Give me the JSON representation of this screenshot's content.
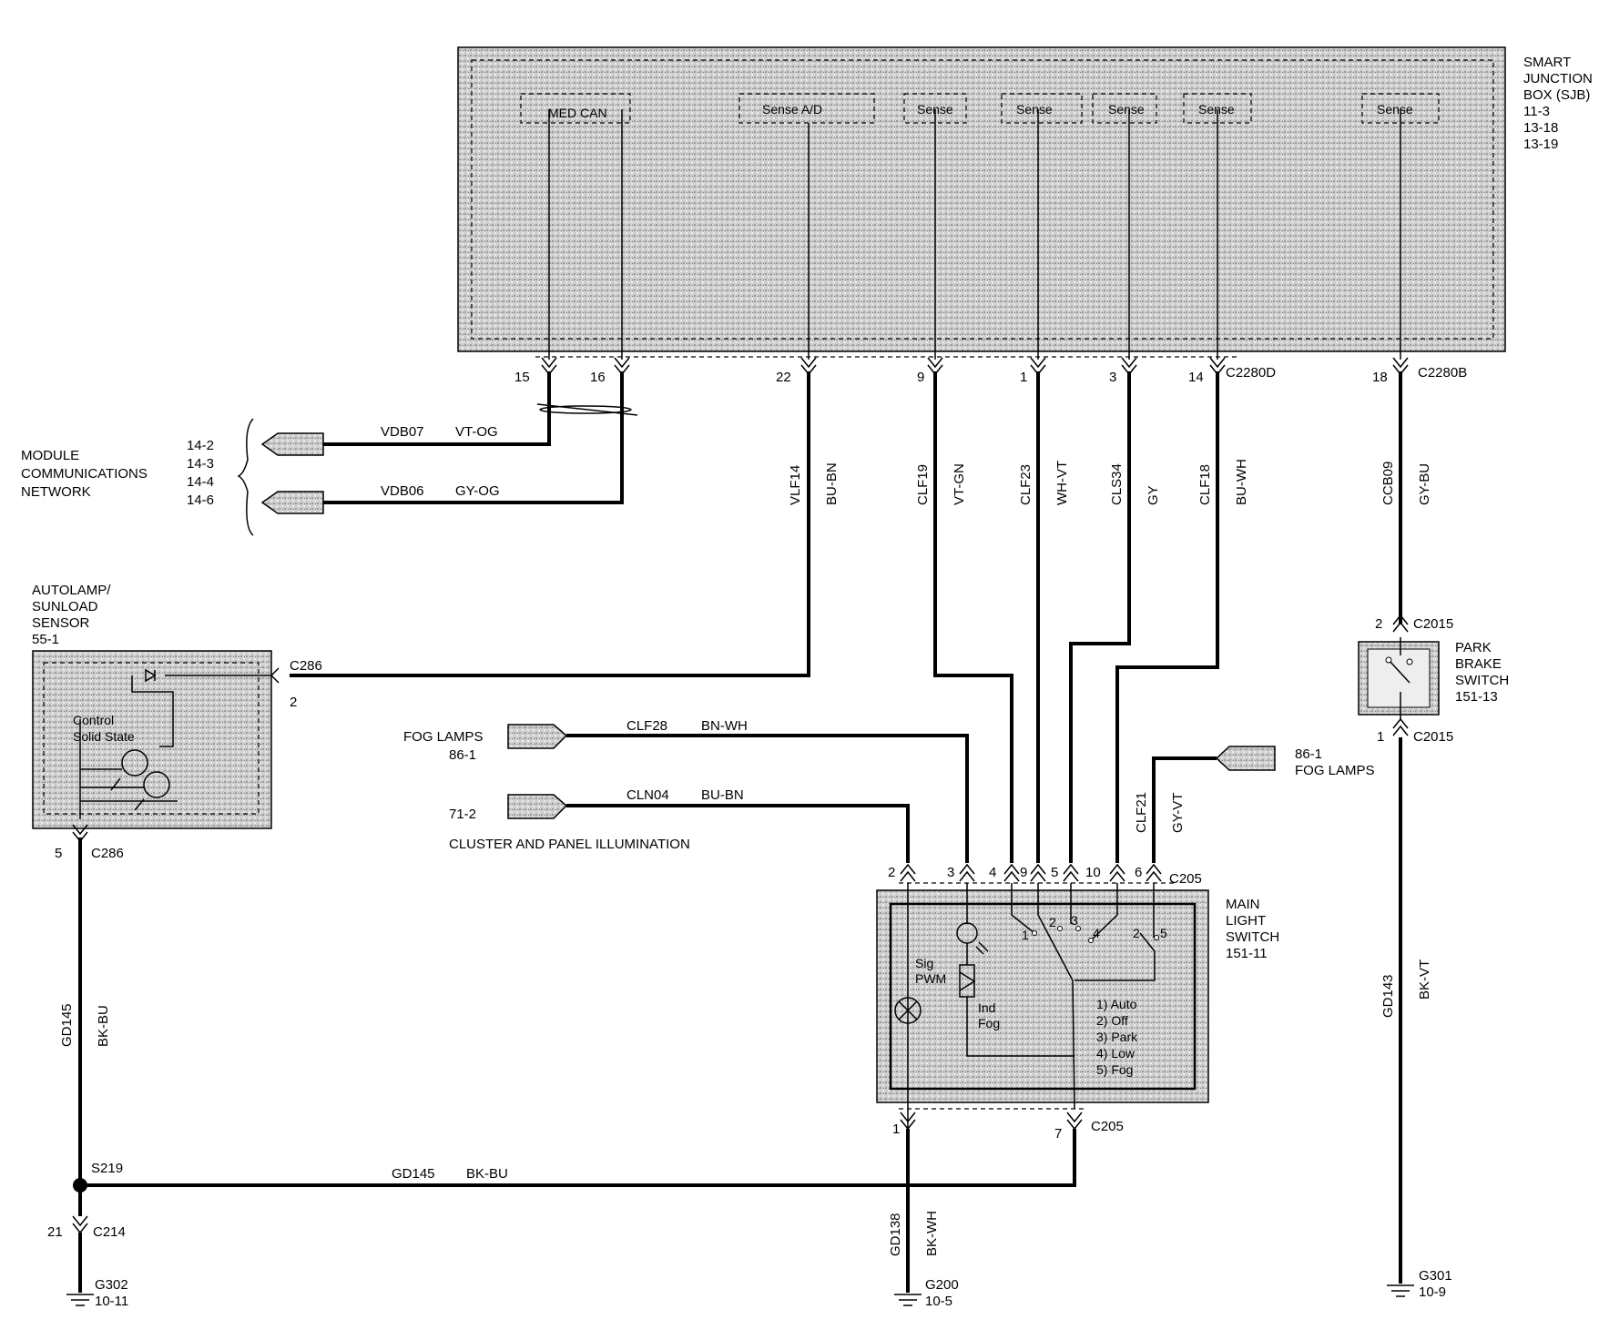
{
  "sjb": {
    "title_lines": [
      "SMART",
      "JUNCTION",
      "BOX (SJB)",
      "11-3",
      "13-18",
      "13-19"
    ],
    "blocks": [
      "MED CAN",
      "Sense A/D",
      "Sense",
      "Sense",
      "Sense",
      "Sense",
      "Sense"
    ],
    "pins": [
      "15",
      "16",
      "22",
      "9",
      "1",
      "3",
      "14",
      "18"
    ],
    "connectors": [
      "C2280D",
      "C2280B"
    ]
  },
  "network": {
    "label_lines": [
      "MODULE",
      "COMMUNICATIONS",
      "NETWORK"
    ],
    "refs": [
      "14-2",
      "14-3",
      "14-4",
      "14-6"
    ],
    "wire1": {
      "circuit": "VDB07",
      "color": "VT-OG"
    },
    "wire2": {
      "circuit": "VDB06",
      "color": "GY-OG"
    }
  },
  "vertical_wires": [
    {
      "circuit": "VLF14",
      "color": "BU-BN"
    },
    {
      "circuit": "CLF19",
      "color": "VT-GN"
    },
    {
      "circuit": "CLF23",
      "color": "WH-VT"
    },
    {
      "circuit": "CLS34",
      "color": "GY"
    },
    {
      "circuit": "CLF18",
      "color": "BU-WH"
    },
    {
      "circuit": "CCB09",
      "color": "GY-BU"
    }
  ],
  "autolamp": {
    "label_lines": [
      "AUTOLAMP/",
      "SUNLOAD",
      "SENSOR",
      "55-1"
    ],
    "inner_lines": [
      "Control",
      "Solid State"
    ],
    "conn_top": "C286",
    "pin_top": "2",
    "conn_bottom": "C286",
    "pin_bottom": "5"
  },
  "fog_lamps_left": {
    "label": "FOG LAMPS",
    "ref": "86-1",
    "circuit": "CLF28",
    "color": "BN-WH"
  },
  "illum": {
    "ref": "71-2",
    "label": "CLUSTER AND PANEL ILLUMINATION",
    "circuit": "CLN04",
    "color": "BU-BN"
  },
  "fog_lamps_right": {
    "ref": "86-1",
    "label": "FOG LAMPS",
    "circuit": "CLF21",
    "color": "GY-VT"
  },
  "park_brake": {
    "label_lines": [
      "PARK",
      "BRAKE",
      "SWITCH",
      "151-13"
    ],
    "conn": "C2015",
    "pin_top": "2",
    "pin_bottom": "1",
    "wire": {
      "circuit": "GD143",
      "color": "BK-VT"
    },
    "ground": {
      "id": "G301",
      "ref": "10-9"
    }
  },
  "main_switch": {
    "label_lines": [
      "MAIN",
      "LIGHT",
      "SWITCH",
      "151-11"
    ],
    "conn": "C205",
    "top_pins": [
      "2",
      "3",
      "4",
      "9",
      "5",
      "10",
      "6"
    ],
    "bottom_pins": [
      "1",
      "7"
    ],
    "contact_nums": [
      "1",
      "2",
      "3",
      "4",
      "2",
      "5"
    ],
    "labels": [
      "Sig",
      "PWM",
      "Ind",
      "Fog"
    ],
    "modes": [
      "1) Auto",
      "2) Off",
      "3) Park",
      "4) Low",
      "5) Fog"
    ]
  },
  "left_ground": {
    "wire": {
      "circuit": "GD145",
      "color": "BK-BU"
    },
    "splice": "S219",
    "conn": "C214",
    "pin": "21",
    "ground": {
      "id": "G302",
      "ref": "10-11"
    }
  },
  "bottom_wire": {
    "circuit": "GD145",
    "color": "BK-BU"
  },
  "g200": {
    "circuit": "GD138",
    "color": "BK-WH",
    "id": "G200",
    "ref": "10-5"
  }
}
